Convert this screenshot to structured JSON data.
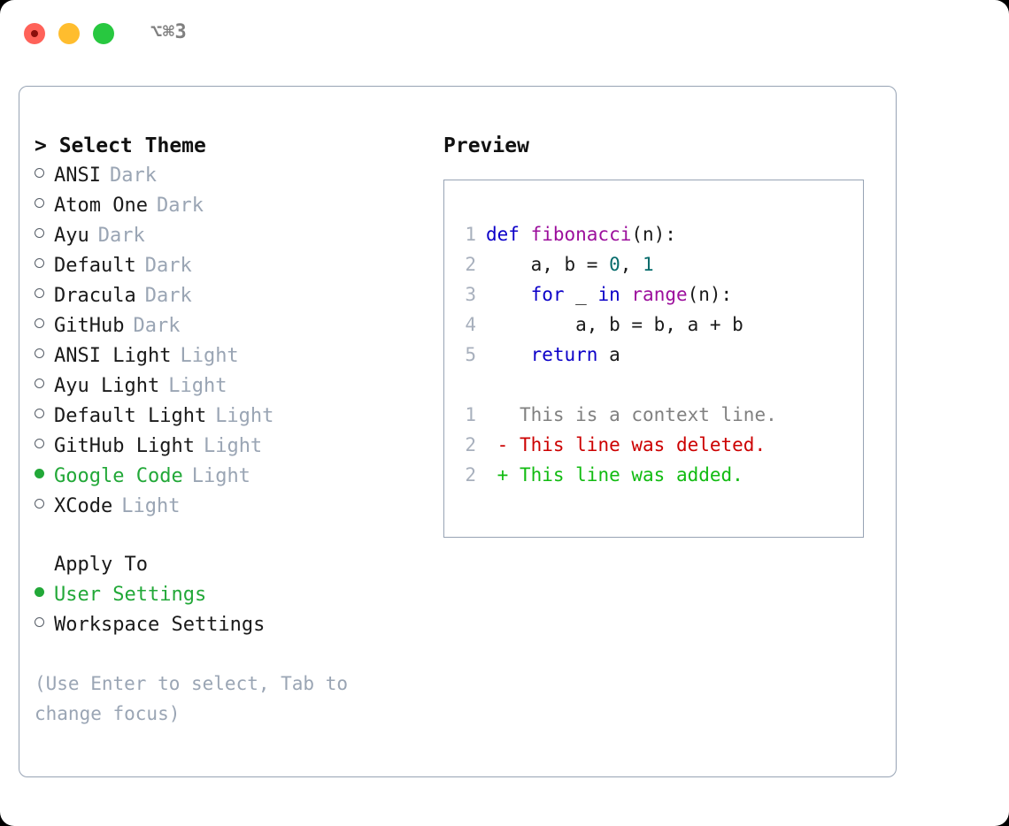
{
  "window": {
    "title": "⌥⌘3",
    "traffic_lights": [
      {
        "name": "close",
        "color": "#ff6259"
      },
      {
        "name": "minimize",
        "color": "#ffbd2e"
      },
      {
        "name": "maximize",
        "color": "#28c840"
      }
    ]
  },
  "theme_panel": {
    "heading": "> Select Theme",
    "items": [
      {
        "name": "ANSI",
        "kind": "Dark",
        "selected": false
      },
      {
        "name": "Atom One",
        "kind": "Dark",
        "selected": false
      },
      {
        "name": "Ayu",
        "kind": "Dark",
        "selected": false
      },
      {
        "name": "Default",
        "kind": "Dark",
        "selected": false
      },
      {
        "name": "Dracula",
        "kind": "Dark",
        "selected": false
      },
      {
        "name": "GitHub",
        "kind": "Dark",
        "selected": false
      },
      {
        "name": "ANSI Light",
        "kind": "Light",
        "selected": false
      },
      {
        "name": "Ayu Light",
        "kind": "Light",
        "selected": false
      },
      {
        "name": "Default Light",
        "kind": "Light",
        "selected": false
      },
      {
        "name": "GitHub Light",
        "kind": "Light",
        "selected": false
      },
      {
        "name": "Google Code",
        "kind": "Light",
        "selected": true
      },
      {
        "name": "XCode",
        "kind": "Light",
        "selected": false
      }
    ]
  },
  "apply_to": {
    "heading": "Apply To",
    "options": [
      {
        "name": "User Settings",
        "selected": true
      },
      {
        "name": "Workspace Settings",
        "selected": false
      }
    ]
  },
  "hint": "(Use Enter to select, Tab to change focus)",
  "preview": {
    "heading": "Preview",
    "code_lines": [
      {
        "lineno": "1",
        "tokens": [
          {
            "text": "def ",
            "cls": "t-kw"
          },
          {
            "text": "fibonacci",
            "cls": "t-fn"
          },
          {
            "text": "(n):",
            "cls": "t-plain"
          }
        ]
      },
      {
        "lineno": "2",
        "tokens": [
          {
            "text": "    a, b = ",
            "cls": "t-plain"
          },
          {
            "text": "0",
            "cls": "t-num"
          },
          {
            "text": ", ",
            "cls": "t-plain"
          },
          {
            "text": "1",
            "cls": "t-num"
          }
        ]
      },
      {
        "lineno": "3",
        "tokens": [
          {
            "text": "    ",
            "cls": "t-plain"
          },
          {
            "text": "for",
            "cls": "t-kw"
          },
          {
            "text": " _ ",
            "cls": "t-plain"
          },
          {
            "text": "in",
            "cls": "t-kw"
          },
          {
            "text": " ",
            "cls": "t-plain"
          },
          {
            "text": "range",
            "cls": "t-fn"
          },
          {
            "text": "(n):",
            "cls": "t-plain"
          }
        ]
      },
      {
        "lineno": "4",
        "tokens": [
          {
            "text": "        a, b = b, a + b",
            "cls": "t-plain"
          }
        ]
      },
      {
        "lineno": "5",
        "tokens": [
          {
            "text": "    ",
            "cls": "t-plain"
          },
          {
            "text": "return",
            "cls": "t-kw"
          },
          {
            "text": " a",
            "cls": "t-plain"
          }
        ]
      }
    ],
    "diff_lines": [
      {
        "lineno": "1",
        "marker": " ",
        "text": "This is a context line.",
        "cls": "t-ctx"
      },
      {
        "lineno": "2",
        "marker": "-",
        "text": "This line was deleted.",
        "cls": "t-del"
      },
      {
        "lineno": "2",
        "marker": "+",
        "text": "This line was added.",
        "cls": "t-add"
      }
    ]
  },
  "colors": {
    "accent_green": "#22a838",
    "muted": "#9aa5b4",
    "border": "#97a3b4",
    "keyword": "#0c00c8",
    "function": "#9c0f9c",
    "number": "#056b6b",
    "diff_deleted": "#cc0000",
    "diff_added": "#11bb11",
    "context": "#808080"
  }
}
